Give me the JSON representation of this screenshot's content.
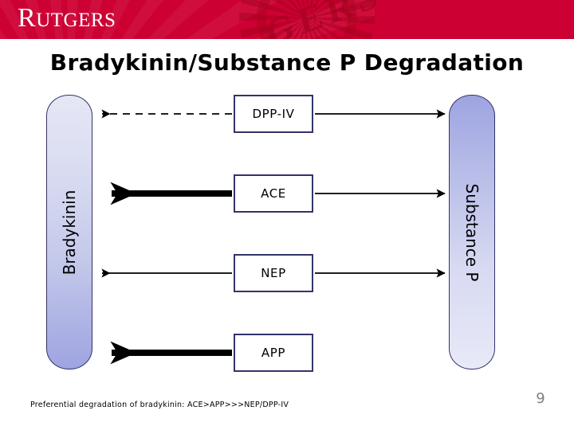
{
  "banner": {
    "wordmark": "RUTGERS",
    "wordmark_parts": {
      "cap": "R",
      "rest": "UTGERS"
    },
    "watermark_text": "GERS",
    "background_color": "#cc0033"
  },
  "title": "Bradykinin/Substance P Degradation",
  "diagram": {
    "left_bar": {
      "label": "Bradykinin",
      "gradient_from": "#e5e7f5",
      "gradient_to": "#9ea4e1",
      "border_color": "#33336b"
    },
    "right_bar": {
      "label": "Substance P",
      "gradient_from": "#9ea4e1",
      "gradient_to": "#e8eaf8",
      "border_color": "#33336b"
    },
    "enzymes": [
      {
        "label": "DPP-IV",
        "left_arrow_style": "dashed-thin",
        "left_arrow_direction": "left",
        "right_arrow_style": "solid-thin",
        "right_arrow_direction": "right"
      },
      {
        "label": "ACE",
        "left_arrow_style": "solid-thick",
        "left_arrow_direction": "left",
        "right_arrow_style": "solid-thin",
        "right_arrow_direction": "right"
      },
      {
        "label": "NEP",
        "left_arrow_style": "solid-thin",
        "left_arrow_direction": "left",
        "right_arrow_style": "solid-thin",
        "right_arrow_direction": "right"
      },
      {
        "label": "APP",
        "left_arrow_style": "solid-thick",
        "left_arrow_direction": "left",
        "right_arrow_style": "none",
        "right_arrow_direction": "none"
      }
    ],
    "box_border_color": "#33336b",
    "arrow_color": "#000000"
  },
  "footer": {
    "note": "Preferential degradation of bradykinin:  ACE>APP>>>NEP/DPP-IV",
    "page_number": "9",
    "page_number_color": "#808080"
  }
}
